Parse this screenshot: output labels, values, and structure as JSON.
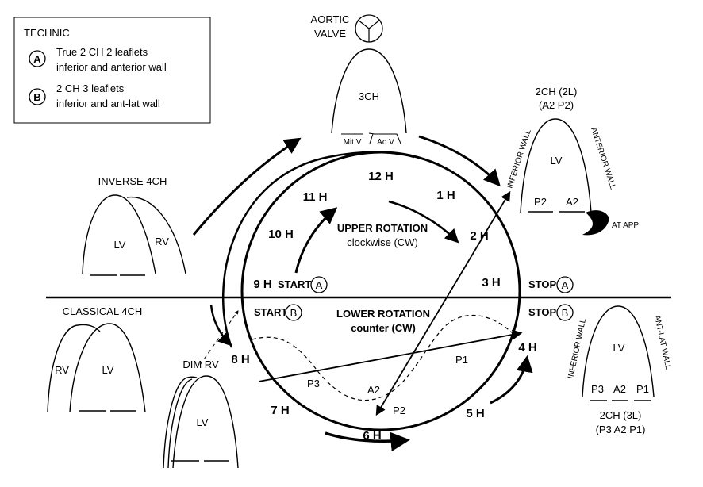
{
  "legend": {
    "title": "TECHNIC",
    "items": [
      {
        "badge": "A",
        "line1": "True 2 CH 2 leaflets",
        "line2": "inferior and anterior wall"
      },
      {
        "badge": "B",
        "line1": "2 CH 3 leaflets",
        "line2": "inferior and ant-lat wall"
      }
    ]
  },
  "aortic_valve": {
    "line1": "AORTIC",
    "line2": "VALVE"
  },
  "view_3ch": {
    "label": "3CH",
    "mit_v": "Mit V",
    "ao_v": "Ao V"
  },
  "view_2ch_2l": {
    "title1": "2CH (2L)",
    "title2": "(A2 P2)",
    "lv": "LV",
    "wall_left": "INFERIOR WALL",
    "wall_right": "ANTERIOR WALL",
    "leaflet1": "P2",
    "leaflet2": "A2",
    "appendage": "AT APP"
  },
  "view_inverse_4ch": {
    "title": "INVERSE 4CH",
    "lv": "LV",
    "rv": "RV"
  },
  "view_classical_4ch": {
    "title": "CLASSICAL 4CH",
    "rv": "RV",
    "lv": "LV"
  },
  "view_dim_rv": {
    "title": "DIM RV",
    "lv": "LV"
  },
  "view_2ch_3l": {
    "lv": "LV",
    "wall_left": "INFERIOR WALL",
    "wall_right": "ANT-LAT WALL",
    "leaflet1": "P3",
    "leaflet2": "A2",
    "leaflet3": "P1",
    "title1": "2CH (3L)",
    "title2": "(P3 A2 P1)"
  },
  "clock": {
    "hours": [
      "12 H",
      "1 H",
      "2 H",
      "3 H",
      "4 H",
      "5 H",
      "6 H",
      "7 H",
      "8 H",
      "9 H",
      "10 H",
      "11 H"
    ],
    "upper_rotation": {
      "line1": "UPPER ROTATION",
      "line2": "clockwise (CW)"
    },
    "lower_rotation": {
      "line1": "LOWER ROTATION",
      "line2": "counter (CW)"
    },
    "start_a": {
      "text": "START",
      "badge": "A"
    },
    "stop_a": {
      "text": "STOP",
      "badge": "A"
    },
    "start_b": {
      "text": "START",
      "badge": "B"
    },
    "stop_b": {
      "text": "STOP",
      "badge": "B"
    },
    "leaflets": {
      "p1": "P1",
      "p3": "P3",
      "a2": "A2",
      "p2": "P2"
    }
  }
}
